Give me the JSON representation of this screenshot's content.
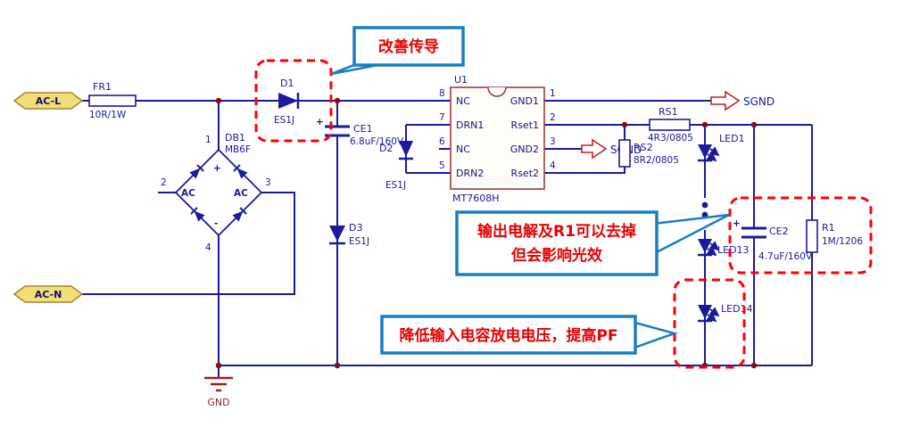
{
  "ports": {
    "ac_l": "AC-L",
    "ac_n": "AC-N"
  },
  "nets": {
    "sgnd": "SGND",
    "sond": "SOND",
    "gnd": "GND"
  },
  "components": {
    "fr1": {
      "ref": "FR1",
      "value": "10R/1W"
    },
    "db1": {
      "ref": "DB1",
      "value": "MB6F",
      "pin1": "1",
      "pin2": "2",
      "pin3": "3",
      "pin4": "4",
      "plus": "+",
      "minus": "-",
      "ac_left": "AC",
      "ac_right": "AC"
    },
    "d1": {
      "ref": "D1",
      "value": "ES1J"
    },
    "d2": {
      "ref": "D2",
      "value": "ES1J"
    },
    "d3": {
      "ref": "D3",
      "value": "ES1J"
    },
    "ce1": {
      "ref": "CE1",
      "value": "6.8uF/160V",
      "polarity": "+"
    },
    "ce2": {
      "ref": "CE2",
      "value": "4.7uF/160V",
      "polarity": "+"
    },
    "rs1": {
      "ref": "RS1",
      "value": "4R3/0805"
    },
    "rs2": {
      "ref": "RS2",
      "value": "8R2/0805"
    },
    "r1": {
      "ref": "R1",
      "value": "1M/1206"
    },
    "led1": {
      "ref": "LED1"
    },
    "led13": {
      "ref": "LED13"
    },
    "led14": {
      "ref": "LED14"
    },
    "u1": {
      "ref": "U1",
      "part": "MT7608H",
      "left_pins": [
        {
          "num": "8",
          "name": "NC"
        },
        {
          "num": "7",
          "name": "DRN1"
        },
        {
          "num": "6",
          "name": "NC"
        },
        {
          "num": "5",
          "name": "DRN2"
        }
      ],
      "right_pins": [
        {
          "num": "1",
          "name": "GND1"
        },
        {
          "num": "2",
          "name": "Rset1"
        },
        {
          "num": "3",
          "name": "GND2"
        },
        {
          "num": "4",
          "name": "Rset2"
        }
      ]
    }
  },
  "annotations": {
    "callout1": {
      "text": "改善传导"
    },
    "callout2": {
      "line1": "输出电解及R1可以去掉",
      "line2": "但会影响光效"
    },
    "callout3": {
      "text": "降低输入电容放电电压，提高PF"
    }
  },
  "colors": {
    "wire": "#1a1a9c",
    "component_outline": "#a03a3a",
    "junction": "#801010",
    "highlight_box": "#ff0000",
    "callout_border": "#1b7dc2",
    "callout_text": "#e60000",
    "port_fill": "#f2dd76",
    "port_border": "#a8862c",
    "power_port": "#c22222",
    "gnd": "#9c2020"
  }
}
